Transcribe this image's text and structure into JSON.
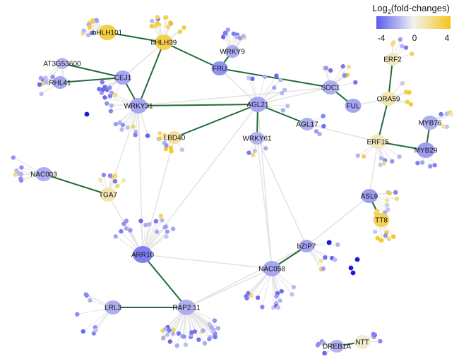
{
  "legend": {
    "title_prefix": "Log",
    "title_sub": "2",
    "title_suffix": "(fold-changes)",
    "ticks": [
      "-4",
      "0",
      "4"
    ],
    "colors": {
      "low": "#5a5af0",
      "mid": "#f2f2f2",
      "high": "#f5c518"
    }
  },
  "colors": {
    "edge_strong": "#1f6b3a",
    "edge_weak": "#e4e4e4",
    "node_blue": "#8e8ee6",
    "node_yellow": "#f3d77a"
  },
  "hubs": [
    {
      "id": "bHLH101",
      "label": "bHLH101",
      "fc": 3.2
    },
    {
      "id": "bHLH39",
      "label": "bHLH39",
      "fc": 3.0
    },
    {
      "id": "AT3G53600",
      "label": "AT3G53600",
      "fc": -1.5
    },
    {
      "id": "RHL41",
      "label": "RHL41",
      "fc": -2.0
    },
    {
      "id": "CEJ1",
      "label": "CEJ1",
      "fc": -2.0
    },
    {
      "id": "WRKY9",
      "label": "WRKY9",
      "fc": -1.8
    },
    {
      "id": "FRU",
      "label": "FRU",
      "fc": -2.5
    },
    {
      "id": "WRKY31",
      "label": "WRKY31",
      "fc": -2.0
    },
    {
      "id": "AGL21",
      "label": "AGL21",
      "fc": -2.0
    },
    {
      "id": "SOC1",
      "label": "SOC1",
      "fc": -1.8
    },
    {
      "id": "FUL",
      "label": "FUL",
      "fc": -2.0
    },
    {
      "id": "ERF2",
      "label": "ERF2",
      "fc": 1.0
    },
    {
      "id": "ORA59",
      "label": "ORA59",
      "fc": 1.2
    },
    {
      "id": "ERF15",
      "label": "ERF15",
      "fc": 1.0
    },
    {
      "id": "MYB76",
      "label": "MYB76",
      "fc": -1.8
    },
    {
      "id": "MYB29",
      "label": "MYB29",
      "fc": -2.2
    },
    {
      "id": "LBD40",
      "label": "LBD40",
      "fc": 1.5
    },
    {
      "id": "WRKY61",
      "label": "WRKY61",
      "fc": -1.6
    },
    {
      "id": "AGL17",
      "label": "AGL17",
      "fc": -1.8
    },
    {
      "id": "NAC003",
      "label": "NAC003",
      "fc": -1.8
    },
    {
      "id": "TGA7",
      "label": "TGA7",
      "fc": 1.2
    },
    {
      "id": "ASL9",
      "label": "ASL9",
      "fc": -2.2
    },
    {
      "id": "TT8",
      "label": "TT8",
      "fc": 2.8
    },
    {
      "id": "ARR10",
      "label": "ARR10",
      "fc": -3.0
    },
    {
      "id": "bZIP7",
      "label": "bZIP7",
      "fc": -2.0
    },
    {
      "id": "NAC058",
      "label": "NAC058",
      "fc": -2.0
    },
    {
      "id": "LRL3",
      "label": "LRL3",
      "fc": -1.8
    },
    {
      "id": "RAP2.11",
      "label": "RAP2.11",
      "fc": -1.8
    },
    {
      "id": "DREB1A",
      "label": "DREB1A",
      "fc": -1.6
    },
    {
      "id": "NTT",
      "label": "NTT",
      "fc": 0.6
    }
  ],
  "strong_edges": [
    [
      "bHLH101",
      "bHLH39"
    ],
    [
      "bHLH39",
      "FRU"
    ],
    [
      "bHLH39",
      "WRKY31"
    ],
    [
      "AT3G53600",
      "CEJ1"
    ],
    [
      "RHL41",
      "CEJ1"
    ],
    [
      "CEJ1",
      "WRKY31"
    ],
    [
      "WRKY9",
      "FRU"
    ],
    [
      "FRU",
      "SOC1"
    ],
    [
      "SOC1",
      "FUL"
    ],
    [
      "WRKY31",
      "AGL21"
    ],
    [
      "AGL21",
      "LBD40"
    ],
    [
      "AGL21",
      "WRKY61"
    ],
    [
      "AGL21",
      "AGL17"
    ],
    [
      "ERF2",
      "ORA59"
    ],
    [
      "ORA59",
      "ERF15"
    ],
    [
      "ERF15",
      "MYB29"
    ],
    [
      "MYB76",
      "MYB29"
    ],
    [
      "NAC003",
      "TGA7"
    ],
    [
      "ASL9",
      "TT8"
    ],
    [
      "ARR10",
      "RAP2.11"
    ],
    [
      "LRL3",
      "RAP2.11"
    ],
    [
      "bZIP7",
      "NAC058"
    ],
    [
      "DREB1A",
      "NTT"
    ]
  ],
  "weak_edges": [
    [
      "WRKY31",
      "ARR10"
    ],
    [
      "WRKY31",
      "TGA7"
    ],
    [
      "AGL21",
      "ARR10"
    ],
    [
      "AGL21",
      "NAC058"
    ],
    [
      "FRU",
      "AGL21"
    ],
    [
      "SOC1",
      "AGL21"
    ],
    [
      "ARR10",
      "NAC058"
    ],
    [
      "NAC058",
      "RAP2.11"
    ],
    [
      "bZIP7",
      "ASL9"
    ],
    [
      "ERF15",
      "ASL9"
    ],
    [
      "WRKY61",
      "NAC058"
    ],
    [
      "LBD40",
      "ARR10"
    ],
    [
      "ORA59",
      "FUL"
    ],
    [
      "TGA7",
      "ARR10"
    ],
    [
      "CEJ1",
      "bHLH39"
    ],
    [
      "WRKY31",
      "SOC1"
    ],
    [
      "AGL17",
      "ERF15"
    ],
    [
      "WRKY61",
      "bZIP7"
    ],
    [
      "RAP2.11",
      "bZIP7"
    ]
  ]
}
